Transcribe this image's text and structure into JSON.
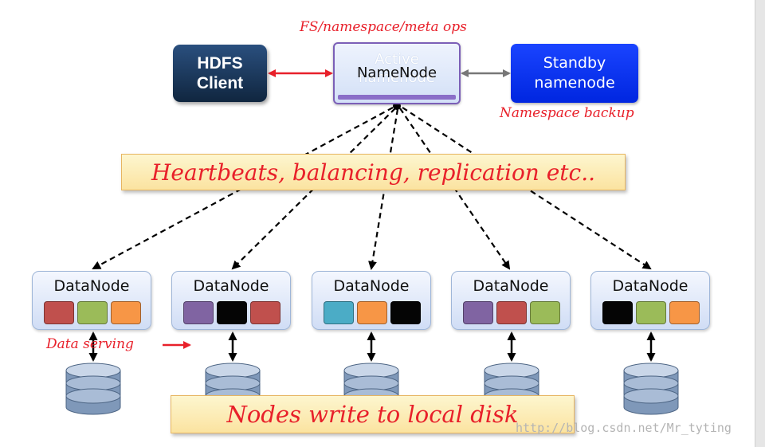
{
  "annotations": {
    "fs_ops": "FS/namespace/meta ops",
    "namespace_backup": "Namespace backup",
    "data_serving": "Data serving"
  },
  "client": {
    "line1": "HDFS",
    "line2": "Client"
  },
  "active_namenode": {
    "under_line1": "Active",
    "under_line2": "namenode",
    "over_label": "NameNode"
  },
  "standby_namenode": {
    "line1": "Standby",
    "line2": "namenode"
  },
  "banner_top": "Heartbeats, balancing, replication etc..",
  "banner_bottom": "Nodes write to local disk",
  "datanodes": [
    {
      "label": "DataNode",
      "blocks": [
        "red",
        "green",
        "orange"
      ]
    },
    {
      "label": "DataNode",
      "blocks": [
        "purple",
        "black",
        "red"
      ]
    },
    {
      "label": "DataNode",
      "blocks": [
        "teal",
        "orange",
        "black"
      ]
    },
    {
      "label": "DataNode",
      "blocks": [
        "purple",
        "red",
        "green"
      ]
    },
    {
      "label": "DataNode",
      "blocks": [
        "black",
        "green",
        "orange"
      ]
    }
  ],
  "block_colors": {
    "red": "#c0504d",
    "green": "#9bbb59",
    "orange": "#f79646",
    "purple": "#8064a2",
    "black": "#050505",
    "teal": "#4bacc6"
  },
  "colors": {
    "annotation_red": "#e8202a",
    "standby_blue": "#0a30f5",
    "client_navy": "#1b3a60"
  },
  "watermark": "http://blog.csdn.net/Mr_tyting"
}
